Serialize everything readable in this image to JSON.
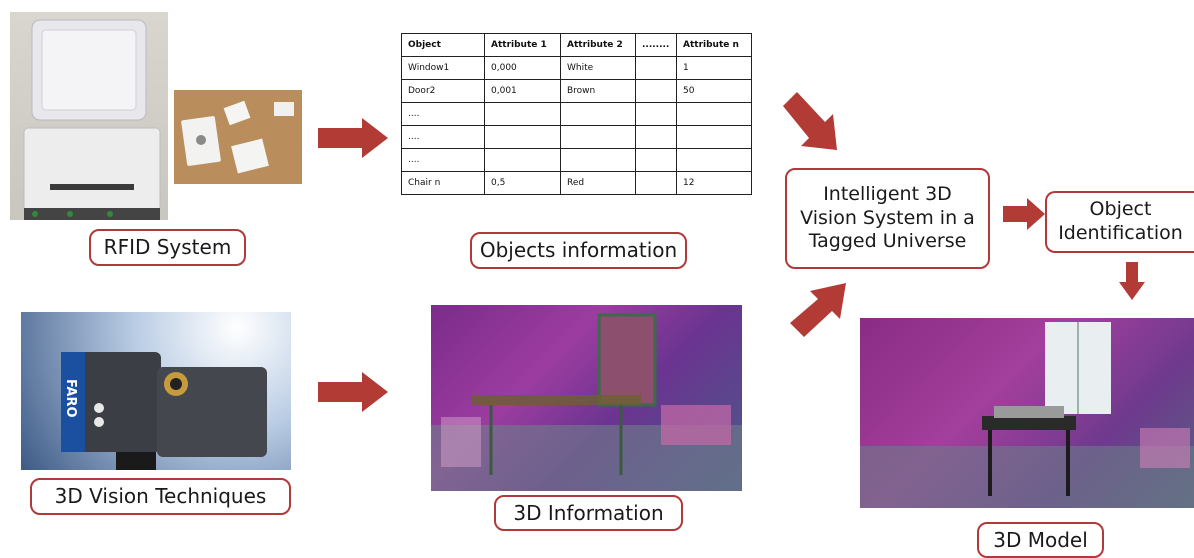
{
  "labels": {
    "rfid": "RFID System",
    "objects_info": "Objects information",
    "vision_tech": "3D Vision Techniques",
    "info_3d": "3D Information",
    "intelligent_l1": "Intelligent 3D",
    "intelligent_l2": "Vision System in a",
    "intelligent_l3": "Tagged Universe",
    "object_id_l1": "Object",
    "object_id_l2": "Identification",
    "model_3d": "3D Model"
  },
  "table": {
    "headers": [
      "Object",
      "Attribute 1",
      "Attribute 2",
      "........",
      "Attribute n"
    ],
    "rows": [
      [
        "Window1",
        "0,000",
        "White",
        "",
        "1"
      ],
      [
        "Door2",
        "0,001",
        "Brown",
        "",
        "50"
      ],
      [
        "....",
        "",
        "",
        "",
        ""
      ],
      [
        "....",
        "",
        "",
        "",
        ""
      ],
      [
        "....",
        "",
        "",
        "",
        ""
      ],
      [
        "Chair n",
        "0,5",
        "Red",
        "",
        "12"
      ]
    ]
  },
  "scanner_brand": "FARO",
  "colors": {
    "arrow": "#b23b36",
    "box_border": "#b03a3a"
  }
}
